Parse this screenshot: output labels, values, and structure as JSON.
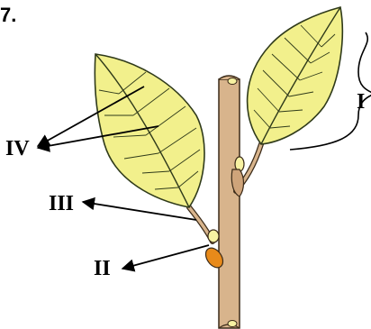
{
  "question_number": "7.",
  "labels": {
    "i": "I",
    "ii": "II",
    "iii": "III",
    "iv": "IV"
  },
  "colors": {
    "leaf_fill": "#f2f08c",
    "leaf_stroke": "#2f3a1a",
    "stem_fill": "#d8b48c",
    "stem_stroke": "#3a2a18",
    "bud_fill": "#f7f2a2",
    "scar_fill": "#e88a1a",
    "arrow": "#000000"
  }
}
